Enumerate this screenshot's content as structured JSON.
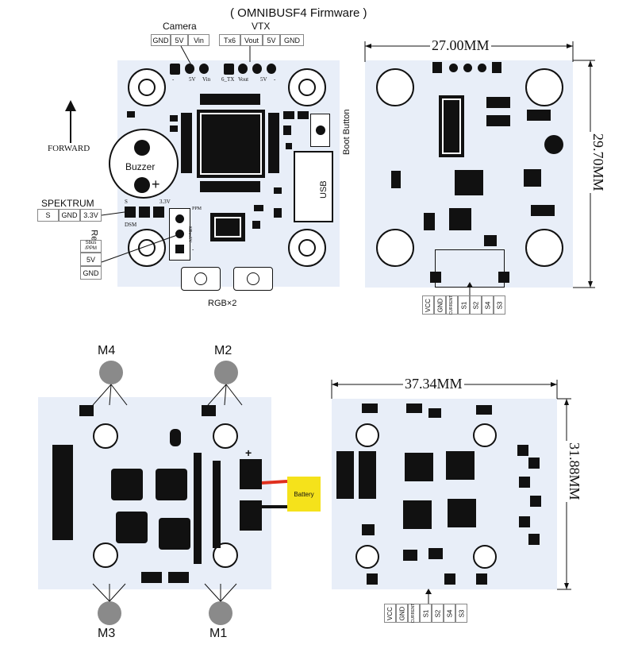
{
  "header": {
    "title": "( OMNIBUSF4 Firmware )"
  },
  "camera": {
    "title": "Camera",
    "pins": [
      "GND",
      "5V",
      "Vin"
    ],
    "silk": [
      "-",
      "5V",
      "Vin"
    ]
  },
  "vtx": {
    "title": "VTX",
    "pins": [
      "Tx6",
      "Vout",
      "5V",
      "GND"
    ],
    "silk": [
      "6_TX",
      "Vout",
      "5V",
      "-"
    ]
  },
  "forward": {
    "label": "FORWARD"
  },
  "buzzer": {
    "label": "Buzzer",
    "plus": "+"
  },
  "boot": {
    "label": "Boot Button"
  },
  "usb": {
    "label": "USB"
  },
  "spektrum": {
    "title": "SPEKTRUM",
    "pins": [
      "S",
      "GND",
      "3.3V"
    ],
    "silk_s": "S",
    "silk_33": "3.3V",
    "silk_dsm": "DSM"
  },
  "receiver": {
    "title": "Receiver",
    "pins": [
      "Sbus /PPM",
      "5V",
      "GND"
    ],
    "silk": [
      "PPM",
      "SBus",
      "5V",
      "-"
    ]
  },
  "rgb": {
    "label": "RGB×2"
  },
  "dims": {
    "top_width": "27.00MM",
    "top_height": "29.70MM",
    "bottom_width": "37.34MM",
    "bottom_height": "31.88MM"
  },
  "esc_pins": [
    "VCC",
    "GND",
    "CURRENT",
    "S1",
    "S2",
    "S4",
    "S3"
  ],
  "motors": {
    "m4": "M4",
    "m2": "M2",
    "m3": "M3",
    "m1": "M1"
  },
  "battery": {
    "label": "Battery",
    "plus": "+",
    "minus": "-"
  },
  "colors": {
    "pcb": "#e8eef8",
    "battery": "#f5e21b",
    "pos_wire": "#e0301e",
    "neg_wire": "#111111",
    "motor": "#8a8a8a"
  }
}
